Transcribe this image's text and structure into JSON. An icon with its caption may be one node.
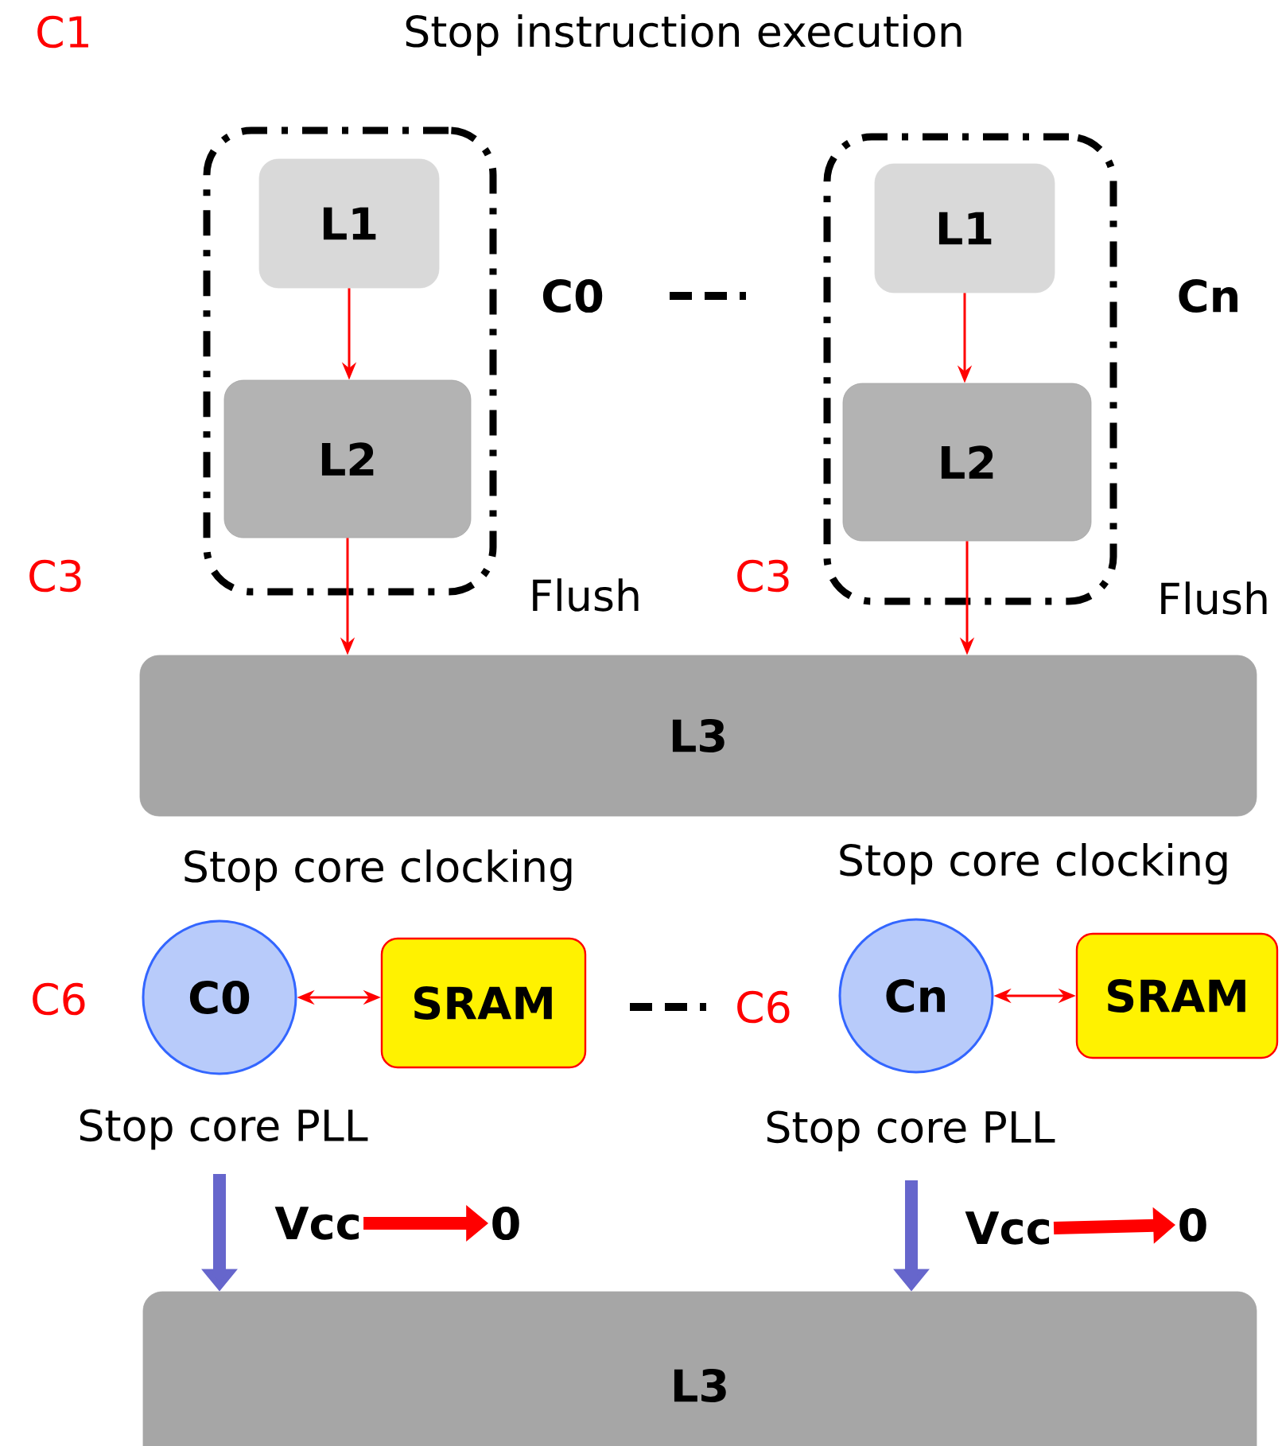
{
  "diagram": {
    "title": "Stop instruction execution",
    "nodes": [
      {
        "text": [
          "C0"
        ]
      },
      {
        "text": [
          "L1"
        ],
        "in": 0
      },
      {
        "text": [
          "L2"
        ],
        "in": 0
      },
      {
        "text": [
          "Cn"
        ]
      },
      {
        "text": [
          "L1"
        ],
        "in": 3
      },
      {
        "text": [
          "L2"
        ],
        "in": 3
      },
      {
        "text": [
          "L3"
        ]
      },
      {
        "text": [
          "C0"
        ]
      },
      {
        "text": [
          "SRAM"
        ]
      },
      {
        "text": [
          "Cn"
        ]
      },
      {
        "text": [
          "SRAM"
        ]
      },
      {
        "text": [
          "Vcc"
        ]
      },
      {
        "text": [
          "0"
        ]
      },
      {
        "text": [
          "Vcc"
        ]
      },
      {
        "text": [
          "0"
        ]
      },
      {
        "text": [
          "L3"
        ]
      }
    ],
    "edges": [
      {
        "from": 1,
        "to": 2,
        "arrow": "to"
      },
      {
        "from": 2,
        "to": 6,
        "arrow": "to",
        "label": "Flush"
      },
      {
        "from": 4,
        "to": 5,
        "arrow": "to"
      },
      {
        "from": 5,
        "to": 6,
        "arrow": "to",
        "label": "Flush"
      },
      {
        "from": 7,
        "to": 8,
        "arrow": "both"
      },
      {
        "from": 9,
        "to": 10,
        "arrow": "both"
      },
      {
        "from": 11,
        "to": 12,
        "arrow": "to",
        "style": "thick"
      },
      {
        "from": 13,
        "to": 14,
        "arrow": "to",
        "style": "thick"
      },
      {
        "from": null,
        "to": 15,
        "arrow": "to",
        "style": "thick",
        "color": "#6666cc"
      },
      {
        "from": null,
        "to": 15,
        "arrow": "to",
        "style": "thick",
        "color": "#6666cc"
      }
    ],
    "labels": [
      "C1",
      "C3",
      "C3",
      "Stop core clocking",
      "Stop core clocking",
      "C6",
      "C6",
      "Stop core PLL",
      "Stop core PLL"
    ]
  }
}
